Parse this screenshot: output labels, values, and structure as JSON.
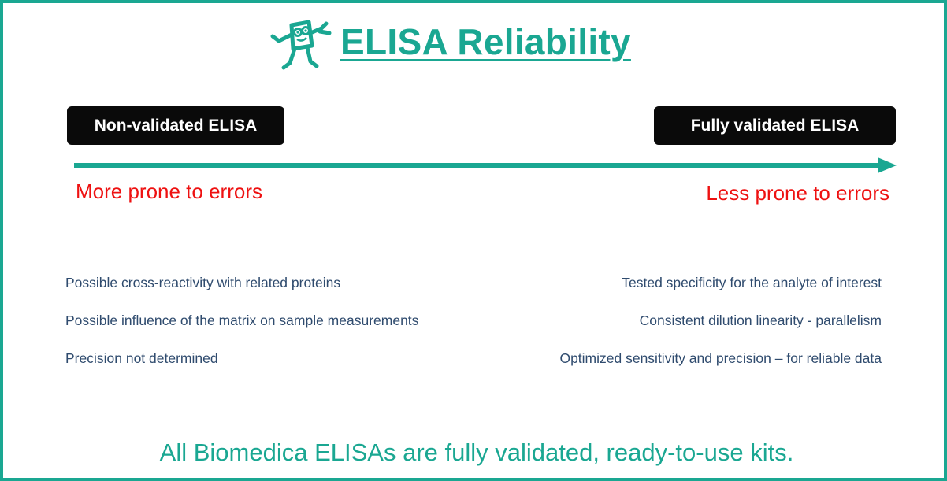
{
  "title": "ELISA Reliability",
  "logo_icon": "mascot-logo-icon",
  "accent_color": "#1aa792",
  "error_color": "#ee1111",
  "scale": {
    "left_label": "Non-validated ELISA",
    "right_label": "Fully validated ELISA",
    "left_caption": "More prone to errors",
    "right_caption": "Less prone to  errors"
  },
  "non_validated_points": [
    "Possible cross-reactivity with related proteins",
    "Possible influence of the matrix on sample measurements",
    "Precision not determined"
  ],
  "validated_points": [
    "Tested specificity for the analyte of interest",
    "Consistent dilution linearity - parallelism",
    "Optimized sensitivity and precision – for reliable data"
  ],
  "footer": "All Biomedica ELISAs are fully validated, ready-to-use kits."
}
